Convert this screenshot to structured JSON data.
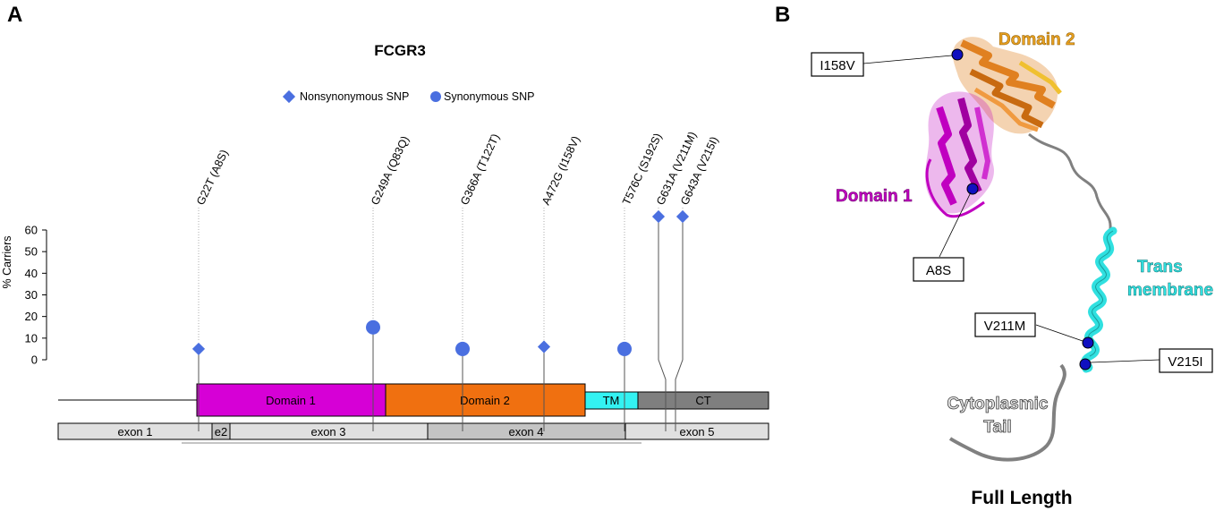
{
  "panel_a_letter": "A",
  "panel_b_letter": "B",
  "chart_data": {
    "type": "lollipop",
    "title": "FCGR3",
    "ylabel": "% Carriers",
    "ylim": [
      0,
      60
    ],
    "yticks": [
      0,
      10,
      20,
      30,
      40,
      50,
      60
    ],
    "legend": {
      "placement": "top",
      "entries": [
        {
          "label": "Nonsynonymous SNP",
          "shape": "diamond"
        },
        {
          "label": "Synonymous SNP",
          "shape": "circle"
        }
      ]
    },
    "snps": [
      {
        "label": "G22T (A8S)",
        "type": "nonsynonymous",
        "value": 5
      },
      {
        "label": "G249A (Q83Q)",
        "type": "synonymous",
        "value": 15
      },
      {
        "label": "G366A (T122T)",
        "type": "synonymous",
        "value": 5
      },
      {
        "label": "A472G (I158V)",
        "type": "nonsynonymous",
        "value": 6
      },
      {
        "label": "T576C (S192S)",
        "type": "synonymous",
        "value": 5
      },
      {
        "label": "G631A (V211M)",
        "type": "nonsynonymous",
        "value": 65
      },
      {
        "label": "G643A (V215I)",
        "type": "nonsynonymous",
        "value": 65
      }
    ],
    "domains": [
      {
        "label": "Domain 1",
        "color": "#d600d6"
      },
      {
        "label": "Domain 2",
        "color": "#f07010"
      },
      {
        "label": "TM",
        "color": "#33f2f2"
      },
      {
        "label": "CT",
        "color": "#7f7f7f"
      }
    ],
    "exons": [
      "exon 1",
      "e2",
      "exon 3",
      "exon 4",
      "exon 5"
    ],
    "colors": {
      "marker": "#4a6fe0",
      "exon_light": "#e0e0e0",
      "exon_dark": "#c4c4c4"
    }
  },
  "structure": {
    "labels": {
      "domain1": "Domain 1",
      "domain2": "Domain 2",
      "trans": "Trans",
      "membrane": "membrane",
      "cyto": "Cytoplasmic",
      "tail": "Tail"
    },
    "callouts": {
      "i158v": "I158V",
      "a8s": "A8S",
      "v211m": "V211M",
      "v215i": "V215I"
    },
    "caption": "Full Length",
    "colors": {
      "domain1": "#c000c0",
      "domain2": "#e08020",
      "tm": "#30e0e0",
      "tail": "#808080",
      "snp": "#1010c0"
    }
  }
}
